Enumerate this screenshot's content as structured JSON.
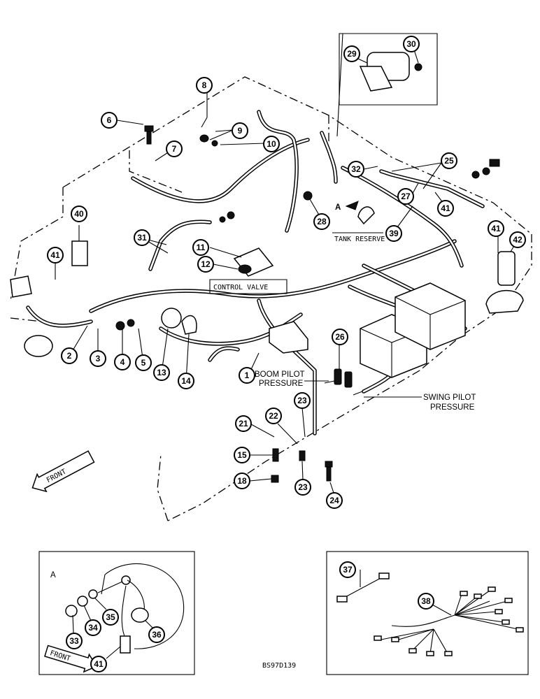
{
  "labels": {
    "control_valve": "CONTROL VALVE",
    "tank_reserve": "TANK RESERVE",
    "boom_pilot_line1": "BOOM PILOT",
    "boom_pilot_line2": "PRESSURE",
    "swing_pilot_line1": "SWING PILOT",
    "swing_pilot_line2": "PRESSURE",
    "detail_marker": "A",
    "detail_inset_letter": "A",
    "front_main": "FRONT",
    "front_inset": "FRONT",
    "drawing_code": "BS97D139"
  },
  "callouts": {
    "c1": "1",
    "c2": "2",
    "c3": "3",
    "c4": "4",
    "c5": "5",
    "c6": "6",
    "c7": "7",
    "c8": "8",
    "c9": "9",
    "c10": "10",
    "c11": "11",
    "c12": "12",
    "c13": "13",
    "c14": "14",
    "c15": "15",
    "c18": "18",
    "c21": "21",
    "c22": "22",
    "c23a": "23",
    "c23b": "23",
    "c24": "24",
    "c25": "25",
    "c26": "26",
    "c27": "27",
    "c28": "28",
    "c29": "29",
    "c30": "30",
    "c31": "31",
    "c32": "32",
    "c33": "33",
    "c34": "34",
    "c35": "35",
    "c36": "36",
    "c37": "37",
    "c38": "38",
    "c39": "39",
    "c40": "40",
    "c41a": "41",
    "c41b": "41",
    "c41c": "41",
    "c41d": "41",
    "c42": "42"
  }
}
